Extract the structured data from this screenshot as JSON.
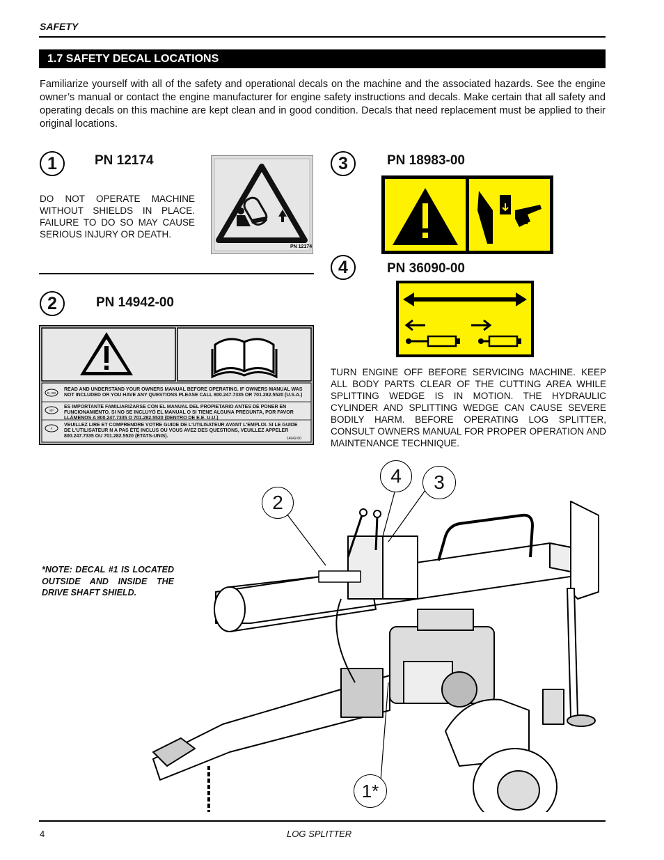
{
  "header": {
    "section": "SAFETY"
  },
  "section": {
    "title": "1.7  SAFETY DECAL LOCATIONS"
  },
  "intro": "Familiarize yourself with all of the safety and operational decals on the machine and the associated hazards.  See the engine owner’s manual or contact the engine manufacturer for engine safety instructions and decals.  Make certain that all safety and operating decals on this machine are kept clean and in good condition. Decals that need replacement must be applied to their original locations.",
  "decals": [
    {
      "number": "1",
      "pn": "PN 12174",
      "text": "DO NOT OPERATE MACHINE WITHOUT SHIELDS IN PLACE. FAILURE TO DO SO MAY CAUSE SERIOUS INJURY OR DEATH.",
      "label": "PN 12174"
    },
    {
      "number": "2",
      "pn": "PN 14942-00",
      "lines": [
        {
          "lang": "E, GB",
          "text": "READ AND UNDERSTAND YOUR OWNERS MANUAL BEFORE OPERATING.  IF OWNERS MANUAL WAS NOT INCLUDED OR YOU HAVE ANY QUESTIONS PLEASE CALL 800.247.7335 OR 701.282.5520 (U.S.A.)"
        },
        {
          "lang": "SP",
          "text": "ES IMPORTANTE FAMILIARIZARSE CON EL MANUAL DEL PROPIETARIO ANTES DE PONER EN FUNCIONAMIENTO. SI NO SE INCLUYÓ EL MANUAL O SI TIENE ALGUNA PREGUNTA, POR FAVOR LLÁMENOS A 800.247.7335 O 701.282.5520 (DENTRO DE E.E. U.U.)"
        },
        {
          "lang": "F",
          "text": "VEUILLEZ LIRE ET COMPRENDRE VOTRE GUIDE DE L'UTILISATEUR AVANT L'EMPLOI.  SI LE GUIDE DE L'UTILISATEUR N A PAS ÉTÉ INCLUS OU VOUS AVEZ DES QUESTIONS, VEUILLEZ APPELER 800.247.7335 OU 701.282.5520 (ÉTATS-UNIS)."
        }
      ],
      "label": "14942-00"
    },
    {
      "number": "3",
      "pn": "PN 18983-00"
    },
    {
      "number": "4",
      "pn": "PN 36090-00"
    }
  ],
  "decal34_text": "TURN ENGINE OFF BEFORE SERVICING MACHINE. KEEP ALL BODY PARTS CLEAR OF THE CUTTING AREA WHILE SPLITTING WEDGE IS IN MOTION. THE HYDRAULIC CYLINDER AND SPLITTING WEDGE CAN CAUSE SEVERE BODILY HARM. BEFORE OPERATING LOG SPLITTER, CONSULT OWNERS MANUAL FOR PROPER OPERATION AND MAINTENANCE TECHNIQUE.",
  "note": "*NOTE: DECAL #1 IS LOCATED OUTSIDE AND INSIDE THE DRIVE SHAFT SHIELD.",
  "callouts": {
    "c2": "2",
    "c4": "4",
    "c3": "3",
    "c1": "1*"
  },
  "footer": {
    "page": "4",
    "title": "LOG SPLITTER"
  },
  "colors": {
    "decal_yellow": "#fff200",
    "black": "#000000",
    "gray_decal": "#d9d9d9"
  }
}
